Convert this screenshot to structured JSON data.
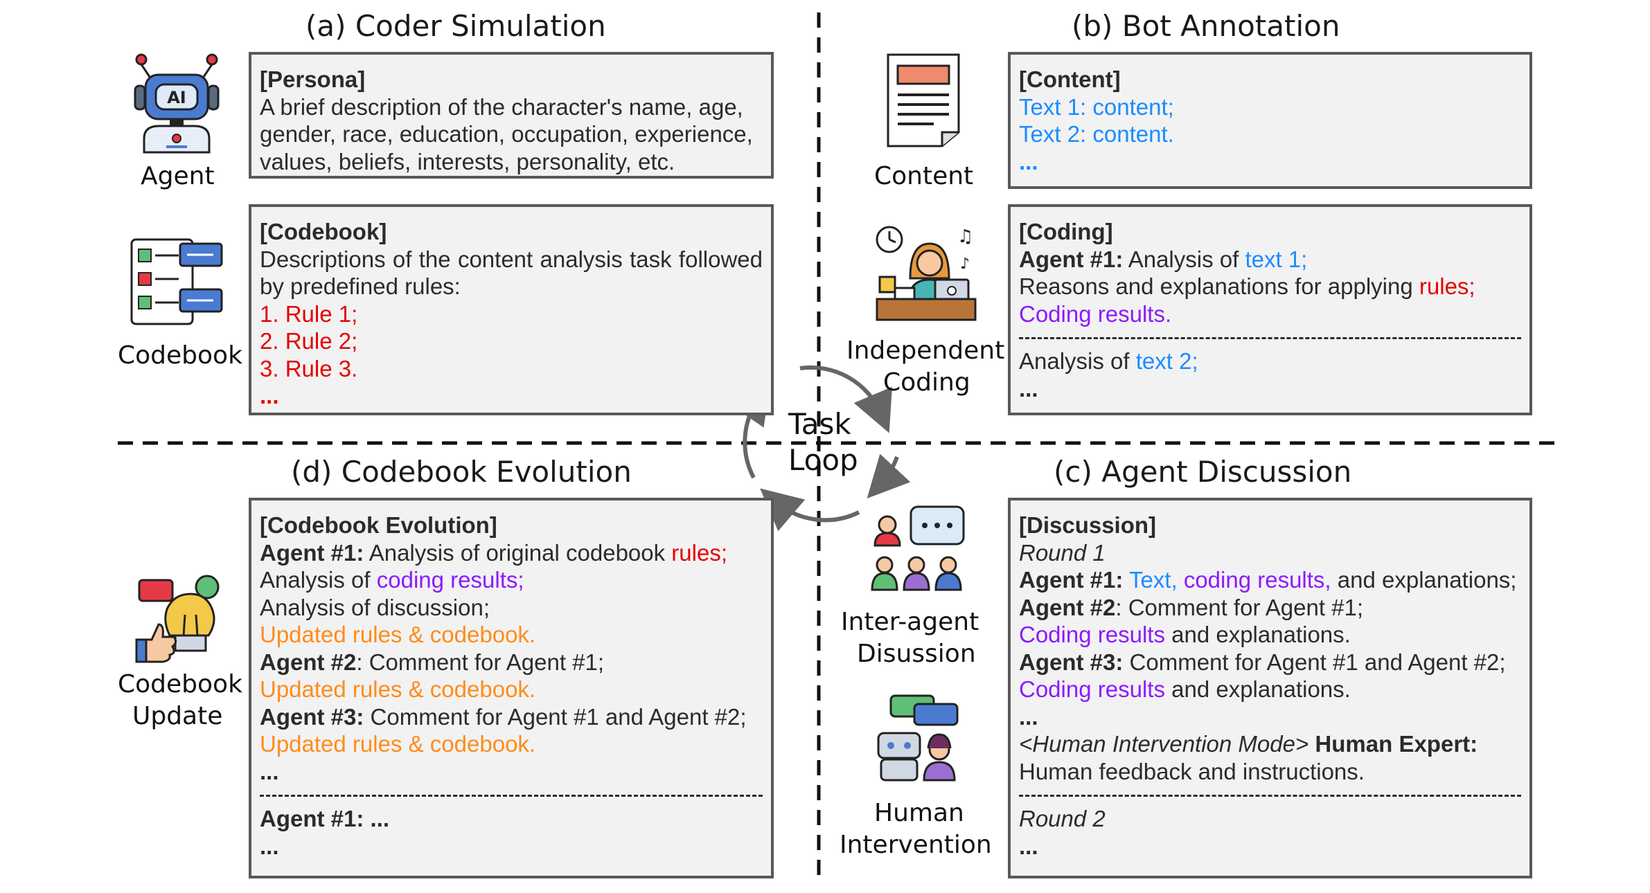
{
  "titles": {
    "a": "(a) Coder Simulation",
    "b": "(b) Bot Annotation",
    "c": "(c) Agent Discussion",
    "d": "(d) Codebook Evolution"
  },
  "center": {
    "line1": "Task",
    "line2": "Loop"
  },
  "labels": {
    "agent": "Agent",
    "codebook": "Codebook",
    "content": "Content",
    "independent_coding_1": "Independent",
    "independent_coding_2": "Coding",
    "inter_agent_1": "Inter-agent",
    "inter_agent_2": "Disussion",
    "human_intervention_1": "Human",
    "human_intervention_2": "Intervention",
    "codebook_update_1": "Codebook",
    "codebook_update_2": "Update",
    "ai_badge": "AI"
  },
  "persona": {
    "header": "[Persona]",
    "lines": [
      "A brief description of the character's name, age,",
      "gender, race, education, occupation, experience,",
      "values, beliefs, interests, personality, etc."
    ]
  },
  "codebook": {
    "header": "[Codebook]",
    "line1": "Descriptions of the content analysis task followed",
    "line2": "by predefined rules:",
    "rules": [
      "1. Rule 1;",
      "2. Rule 2;",
      "3. Rule 3.",
      "..."
    ]
  },
  "content": {
    "header": "[Content]",
    "text1": "Text 1: content;",
    "text2": "Text 2: content.",
    "more": "..."
  },
  "coding": {
    "header": "[Coding]",
    "agent1_label": "Agent #1:",
    "analysis_of": " Analysis of ",
    "text1": "text 1;",
    "reasons": "Reasons and explanations for applying ",
    "rules": "rules;",
    "coding_results": "Coding results.",
    "analysis_of_2": "Analysis of ",
    "text2": "text 2;",
    "more": "..."
  },
  "discussion": {
    "header": "[Discussion]",
    "round1": "Round 1",
    "agent1_label": "Agent #1:",
    "text_word": "Text,",
    "coding_results_inline": "coding results,",
    "and_explanations_inline": " and explanations;",
    "agent2_label": "Agent #2",
    "agent2_comment": ": Comment for Agent #1;",
    "coding_results": "Coding results",
    "and_explanations": " and explanations.",
    "agent3_label": "Agent #3:",
    "agent3_comment": " Comment for Agent #1 and Agent #2;",
    "more": "...",
    "human_mode": "<Human Intervention Mode>",
    "human_expert": " Human Expert:",
    "human_feedback": "Human feedback and instructions.",
    "round2": "Round 2",
    "more2": "..."
  },
  "evolution": {
    "header": "[Codebook Evolution]",
    "agent1_label": "Agent #1:",
    "analysis_original": " Analysis of original codebook ",
    "rules": "rules;",
    "analysis_of": "Analysis of ",
    "coding_results": "coding results;",
    "analysis_discussion": "Analysis of discussion;",
    "updated": "Updated rules & codebook.",
    "agent2_label": "Agent #2",
    "agent2_comment": ": Comment for Agent #1;",
    "agent3_label": "Agent #3:",
    "agent3_comment": " Comment for Agent #1 and Agent #2;",
    "more": "...",
    "agent1_again": "Agent #1: ...",
    "more2": "..."
  },
  "colors": {
    "blue": "#1a8cff",
    "red": "#e60000",
    "purple": "#8c1aff",
    "orange": "#ff8c1a",
    "box_bg": "#f2f2f2",
    "box_border": "#595959"
  }
}
